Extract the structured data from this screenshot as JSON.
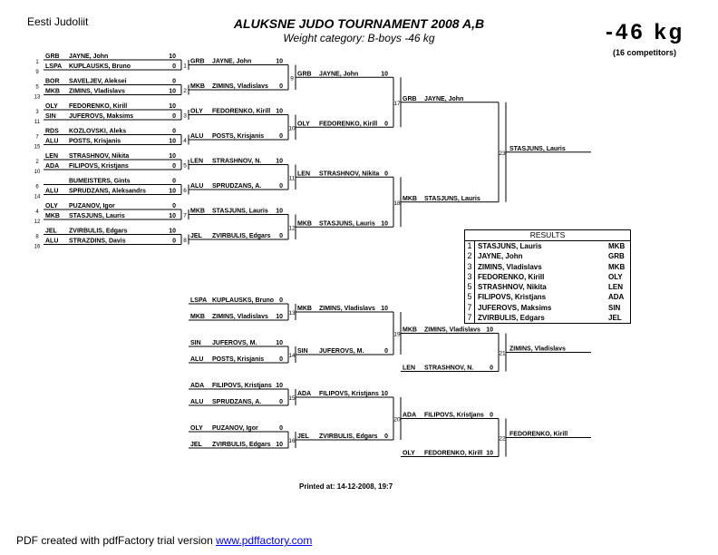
{
  "header": {
    "org": "Eesti Judoliit",
    "title": "ALUKSNE JUDO TOURNAMENT 2008 A,B",
    "subtitle": "Weight category: B-boys -46 kg",
    "weight": "-46 kg",
    "competitors": "(16 competitors)"
  },
  "round1": [
    {
      "num": "1",
      "seedA": "1",
      "clubA": "GRB",
      "nameA": "JAYNE, John",
      "scoreA": "10",
      "seedB": "9",
      "clubB": "LSPA",
      "nameB": "KUPLAUSKS, Bruno",
      "scoreB": "0"
    },
    {
      "num": "2",
      "seedA": "5",
      "clubA": "BOR",
      "nameA": "SAVELJEV, Aleksei",
      "scoreA": "0",
      "seedB": "13",
      "clubB": "MKB",
      "nameB": "ZIMINS, Vladislavs",
      "scoreB": "10"
    },
    {
      "num": "3",
      "seedA": "3",
      "clubA": "OLY",
      "nameA": "FEDORENKO, Kirill",
      "scoreA": "10",
      "seedB": "11",
      "clubB": "SIN",
      "nameB": "JUFEROVS, Maksims",
      "scoreB": "0"
    },
    {
      "num": "4",
      "seedA": "7",
      "clubA": "RDS",
      "nameA": "KOZLOVSKI, Aleks",
      "scoreA": "0",
      "seedB": "15",
      "clubB": "ALU",
      "nameB": "POSTS, Krisjanis",
      "scoreB": "10"
    },
    {
      "num": "5",
      "seedA": "2",
      "clubA": "LEN",
      "nameA": "STRASHNOV, Nikita",
      "scoreA": "10",
      "seedB": "10",
      "clubB": "ADA",
      "nameB": "FILIPOVS, Kristjans",
      "scoreB": "0"
    },
    {
      "num": "6",
      "seedA": "6",
      "clubA": "",
      "nameA": "BUMEISTERS, Gints",
      "scoreA": "0",
      "seedB": "14",
      "clubB": "ALU",
      "nameB": "SPRUDZANS, Aleksandrs",
      "scoreB": "10"
    },
    {
      "num": "7",
      "seedA": "4",
      "clubA": "OLY",
      "nameA": "PUZANOV, Igor",
      "scoreA": "0",
      "seedB": "12",
      "clubB": "MKB",
      "nameB": "STASJUNS, Lauris",
      "scoreB": "10"
    },
    {
      "num": "8",
      "seedA": "8",
      "clubA": "JEL",
      "nameA": "ZVIRBULIS, Edgars",
      "scoreA": "10",
      "seedB": "16",
      "clubB": "ALU",
      "nameB": "STRAZDINS, Davis",
      "scoreB": "0"
    }
  ],
  "round2": [
    {
      "num": "9",
      "clubA": "GRB",
      "nameA": "JAYNE, John",
      "scoreA": "10",
      "clubB": "MKB",
      "nameB": "ZIMINS, Vladislavs",
      "scoreB": "0"
    },
    {
      "num": "10",
      "clubA": "OLY",
      "nameA": "FEDORENKO, Kirill",
      "scoreA": "10",
      "clubB": "ALU",
      "nameB": "POSTS, Krisjanis",
      "scoreB": "0"
    },
    {
      "num": "11",
      "clubA": "LEN",
      "nameA": "STRASHNOV, N.",
      "scoreA": "10",
      "clubB": "ALU",
      "nameB": "SPRUDZANS, A.",
      "scoreB": "0"
    },
    {
      "num": "12",
      "clubA": "MKB",
      "nameA": "STASJUNS, Lauris",
      "scoreA": "10",
      "clubB": "JEL",
      "nameB": "ZVIRBULIS, Edgars",
      "scoreB": "0"
    }
  ],
  "round3": [
    {
      "num": "17",
      "clubA": "GRB",
      "nameA": "JAYNE, John",
      "scoreA": "10",
      "clubB": "OLY",
      "nameB": "FEDORENKO, Kirill",
      "scoreB": "0"
    },
    {
      "num": "18",
      "clubA": "LEN",
      "nameA": "STRASHNOV, Nikita",
      "scoreA": "0",
      "clubB": "MKB",
      "nameB": "STASJUNS, Lauris",
      "scoreB": "10"
    }
  ],
  "round4": [
    {
      "num": "23",
      "clubA": "GRB",
      "nameA": "JAYNE, John",
      "scoreA": "",
      "clubB": "MKB",
      "nameB": "STASJUNS, Lauris",
      "scoreB": "",
      "winner": "STASJUNS, Lauris"
    }
  ],
  "rep1": [
    {
      "num": "13",
      "clubA": "LSPA",
      "nameA": "KUPLAUSKS, Bruno",
      "scoreA": "0",
      "clubB": "MKB",
      "nameB": "ZIMINS, Vladislavs",
      "scoreB": "10"
    },
    {
      "num": "14",
      "clubA": "SIN",
      "nameA": "JUFEROVS, M.",
      "scoreA": "10",
      "clubB": "ALU",
      "nameB": "POSTS, Krisjanis",
      "scoreB": "0"
    },
    {
      "num": "15",
      "clubA": "ADA",
      "nameA": "FILIPOVS, Kristjans",
      "scoreA": "10",
      "clubB": "ALU",
      "nameB": "SPRUDZANS, A.",
      "scoreB": "0"
    },
    {
      "num": "16",
      "clubA": "OLY",
      "nameA": "PUZANOV, Igor",
      "scoreA": "0",
      "clubB": "JEL",
      "nameB": "ZVIRBULIS, Edgars",
      "scoreB": "10"
    }
  ],
  "rep2": [
    {
      "num": "19",
      "clubA": "MKB",
      "nameA": "ZIMINS, Vladislavs",
      "scoreA": "10",
      "clubB": "SIN",
      "nameB": "JUFEROVS, M.",
      "scoreB": "0"
    },
    {
      "num": "20",
      "clubA": "ADA",
      "nameA": "FILIPOVS, Kristjans",
      "scoreA": "10",
      "clubB": "JEL",
      "nameB": "ZVIRBULIS, Edgars",
      "scoreB": "0"
    }
  ],
  "rep3": [
    {
      "num": "21",
      "clubA": "MKB",
      "nameA": "ZIMINS, Vladislavs",
      "scoreA": "10",
      "clubB": "LEN",
      "nameB": "STRASHNOV, N.",
      "scoreB": "0",
      "winner": "ZIMINS, Vladislavs"
    },
    {
      "num": "22",
      "clubA": "ADA",
      "nameA": "FILIPOVS, Kristjans",
      "scoreA": "0",
      "clubB": "OLY",
      "nameB": "FEDORENKO, Kirill",
      "scoreB": "10",
      "winner": "FEDORENKO, Kirill"
    }
  ],
  "results": {
    "title": "RESULTS",
    "rows": [
      {
        "rank": "1",
        "name": "STASJUNS, Lauris",
        "club": "MKB"
      },
      {
        "rank": "2",
        "name": "JAYNE, John",
        "club": "GRB"
      },
      {
        "rank": "3",
        "name": "ZIMINS, Vladislavs",
        "club": "MKB"
      },
      {
        "rank": "3",
        "name": "FEDORENKO, Kirill",
        "club": "OLY"
      },
      {
        "rank": "5",
        "name": "STRASHNOV, Nikita",
        "club": "LEN"
      },
      {
        "rank": "5",
        "name": "FILIPOVS, Kristjans",
        "club": "ADA"
      },
      {
        "rank": "7",
        "name": "JUFEROVS, Maksims",
        "club": "SIN"
      },
      {
        "rank": "7",
        "name": "ZVIRBULIS, Edgars",
        "club": "JEL"
      }
    ]
  },
  "footer": {
    "printed": "Printed at: 14-12-2008, 19:7",
    "pdf_text": "PDF created with pdfFactory trial version ",
    "pdf_link": "www.pdffactory.com"
  }
}
